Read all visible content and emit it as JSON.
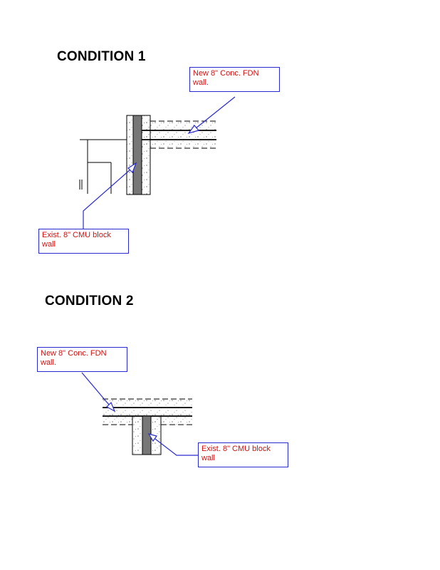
{
  "condition1": {
    "title": "CONDITION 1",
    "new_wall_note": {
      "line1": "New 8\" Conc. FDN",
      "line2": "wall."
    },
    "existing_wall_note": {
      "line1": "Exist. 8\" CMU block",
      "line2": "wall"
    }
  },
  "condition2": {
    "title": "CONDITION 2",
    "new_wall_note": {
      "line1": "New 8\" Conc. FDN",
      "line2": "wall."
    },
    "existing_wall_note": {
      "line1": "Exist. 8\" CMU block",
      "line2": "wall"
    }
  },
  "colors": {
    "note_text": "#d01010",
    "leader_and_box": "#2a2ad0",
    "cmu_fill": "#777777",
    "linework": "#000000"
  }
}
